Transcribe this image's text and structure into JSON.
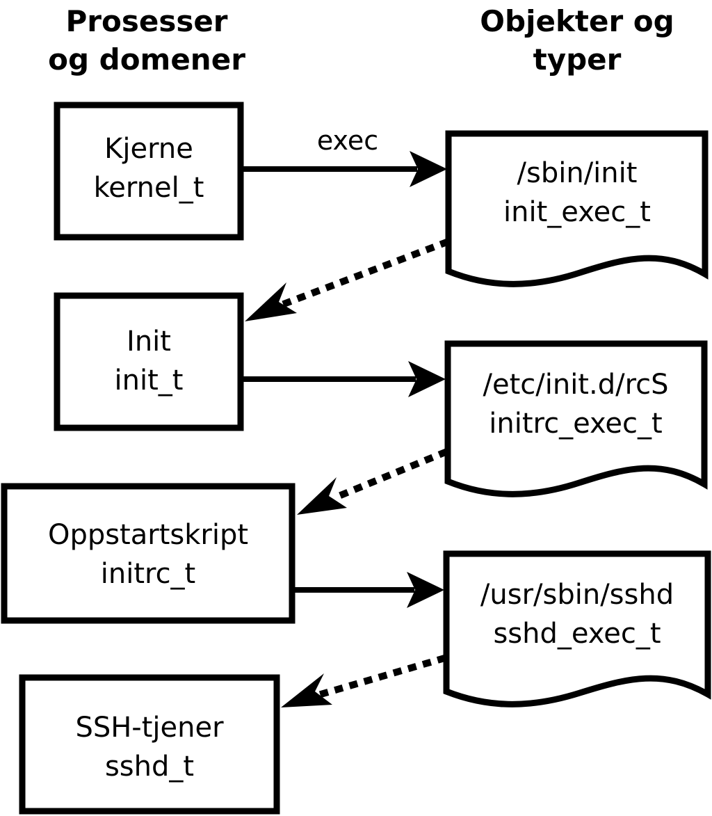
{
  "diagram": {
    "title_left": "Prosesser\nog domener",
    "columns": [
      {
        "id": "left",
        "line1": "Prosesser",
        "line2": "og domener"
      },
      {
        "id": "right",
        "line1": "Objekter og",
        "line2": "typer"
      }
    ],
    "colors": {
      "stroke": "#000000",
      "fill": "#ffffff",
      "background": "#ffffff"
    },
    "process_nodes": [
      {
        "id": "kernel",
        "line1": "Kjerne",
        "line2": "kernel_t"
      },
      {
        "id": "init",
        "line1": "Init",
        "line2": "init_t"
      },
      {
        "id": "initrc",
        "line1": "Oppstartskript",
        "line2": "initrc_t"
      },
      {
        "id": "sshd",
        "line1": "SSH-tjener",
        "line2": "sshd_t"
      }
    ],
    "object_nodes": [
      {
        "id": "sbin-init",
        "line1": "/sbin/init",
        "line2": "init_exec_t"
      },
      {
        "id": "etc-initd-rcs",
        "line1": "/etc/init.d/rcS",
        "line2": "initrc_exec_t"
      },
      {
        "id": "usr-sbin-sshd",
        "line1": "/usr/sbin/sshd",
        "line2": "sshd_exec_t"
      }
    ],
    "edges": [
      {
        "id": "kernel-exec-init",
        "style": "solid",
        "label": "exec",
        "from": "kernel",
        "to": "sbin-init"
      },
      {
        "id": "initexec-transition-init",
        "style": "dotted",
        "label": "",
        "from": "sbin-init",
        "to": "init"
      },
      {
        "id": "init-exec-rcs",
        "style": "solid",
        "label": "",
        "from": "init",
        "to": "etc-initd-rcs"
      },
      {
        "id": "initrcexec-transition-initrc",
        "style": "dotted",
        "label": "",
        "from": "etc-initd-rcs",
        "to": "initrc"
      },
      {
        "id": "initrc-exec-sshd",
        "style": "solid",
        "label": "",
        "from": "initrc",
        "to": "usr-sbin-sshd"
      },
      {
        "id": "sshdexec-transition-sshd",
        "style": "dotted",
        "label": "",
        "from": "usr-sbin-sshd",
        "to": "sshd"
      }
    ]
  }
}
